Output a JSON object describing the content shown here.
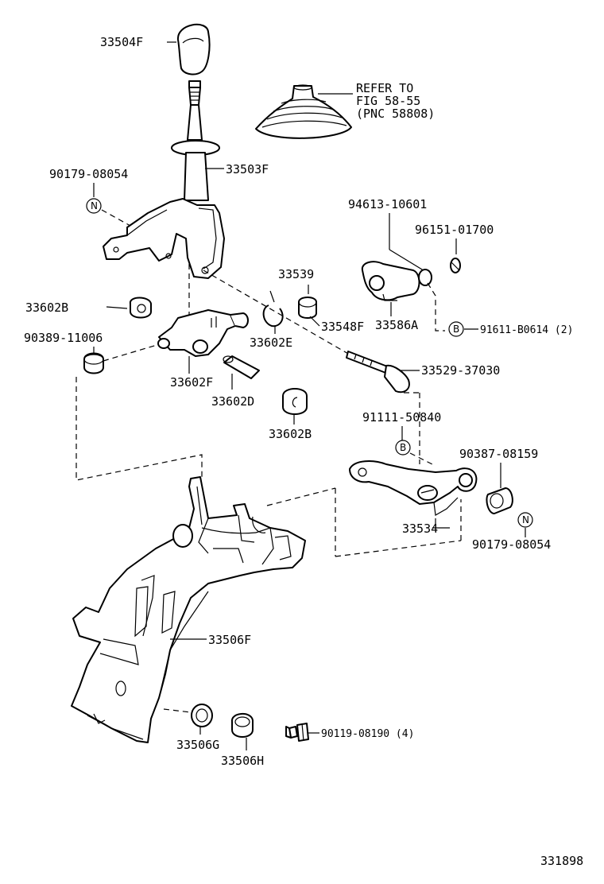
{
  "labels": {
    "knob": "33504F",
    "lever": "33503F",
    "lever_bolt": "90179-08054",
    "refer_1": "REFER TO",
    "refer_2": "FIG 58-55",
    "refer_3": "(PNC 58808)",
    "p94613": "94613-10601",
    "p96151": "96151-01700",
    "p33539": "33539",
    "p33602B_top": "33602B",
    "p90389": "90389-11006",
    "p33548F": "33548F",
    "p33586A": "33586A",
    "p91611": "91611-B0614 (2)",
    "p33602E": "33602E",
    "p33529": "33529-37030",
    "p33602F": "33602F",
    "p33602D": "33602D",
    "p91111": "91111-50840",
    "p33602B_bot": "33602B",
    "p90387": "90387-08159",
    "p33534": "33534",
    "p90179_right": "90179-08054",
    "p33506F": "33506F",
    "p33506G": "33506G",
    "p33506H": "33506H",
    "p90119": "90119-08190 (4)",
    "figure_number": "331898"
  },
  "marks": {
    "n": "N",
    "b": "B"
  }
}
